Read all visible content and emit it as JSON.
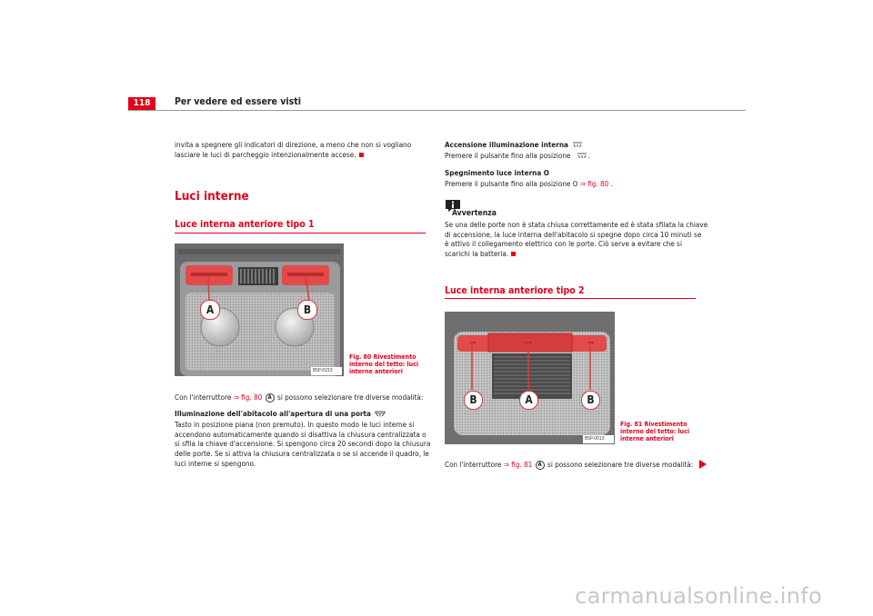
{
  "header": {
    "page_number": "118",
    "title": "Per vedere ed essere visti"
  },
  "left": {
    "intro_line1": "invita a spegnere gli indicatori di direzione, a meno che non si vogliano",
    "intro_line2": "lasciare le luci di parcheggio intenzionalmente accese.",
    "section_title": "Luci interne",
    "subsection_title": "Luce interna anteriore tipo 1",
    "switch_pre": "Con l'interruttore",
    "switch_ref": "⇒ fig. 80",
    "switch_badge": "A",
    "switch_post": "si possono selezionare tre diverse modalità:",
    "mode_heading": "Illuminazione dell'abitacolo all'apertura di una porta",
    "mode_lines": [
      "Tasto in posizione piana (non premuto). In questo modo le luci interne si",
      "accendono automaticamente quando si disattiva la chiusura centralizzata o",
      "si sfila la chiave d'accensione. Si spengono circa 20 secondi dopo la chiusura",
      "delle porte. Se si attiva la chiusura centralizzata o se si accende il quadro, le",
      "luci interne si spengono."
    ]
  },
  "fig80": {
    "code": "B5P-0153",
    "label_a": "A",
    "label_b": "B",
    "caption_lines": [
      "Fig. 80   Rivestimento",
      "interno del tetto: luci",
      "interne anteriori"
    ]
  },
  "right": {
    "on_heading": "Accensione illuminazione interna",
    "on_text": "Premere il pulsante fino alla posizione",
    "off_heading": "Spegnimento luce interna O",
    "off_pre": "Premere il pulsante fino alla posizione O",
    "off_ref": "⇒ fig. 80",
    "off_post": ".",
    "note_title": "Avvertenza",
    "note_lines": [
      "Se una delle porte non è stata chiusa correttamente ed è stata sfilata la chiave",
      "di accensione, la luce interna dell'abitacolo si spegne dopo circa 10 minuti se",
      "è attivo il collegamento elettrico con le porte. Ciò serve a evitare che si",
      "scarichi la batteria."
    ],
    "subsection_title": "Luce interna anteriore tipo 2",
    "switch_pre": "Con l'interruttore",
    "switch_ref": "⇒ fig. 81",
    "switch_badge": "A",
    "switch_post": "si possono selezionare tre diverse modalità:"
  },
  "fig81": {
    "code": "B5P-0013",
    "label_b_left": "B",
    "label_a": "A",
    "label_b_right": "B",
    "caption_lines": [
      "Fig. 81   Rivestimento",
      "interno del tetto: luci",
      "interne anteriori"
    ]
  },
  "footer": {
    "watermark": "carmanualsonline.info"
  }
}
